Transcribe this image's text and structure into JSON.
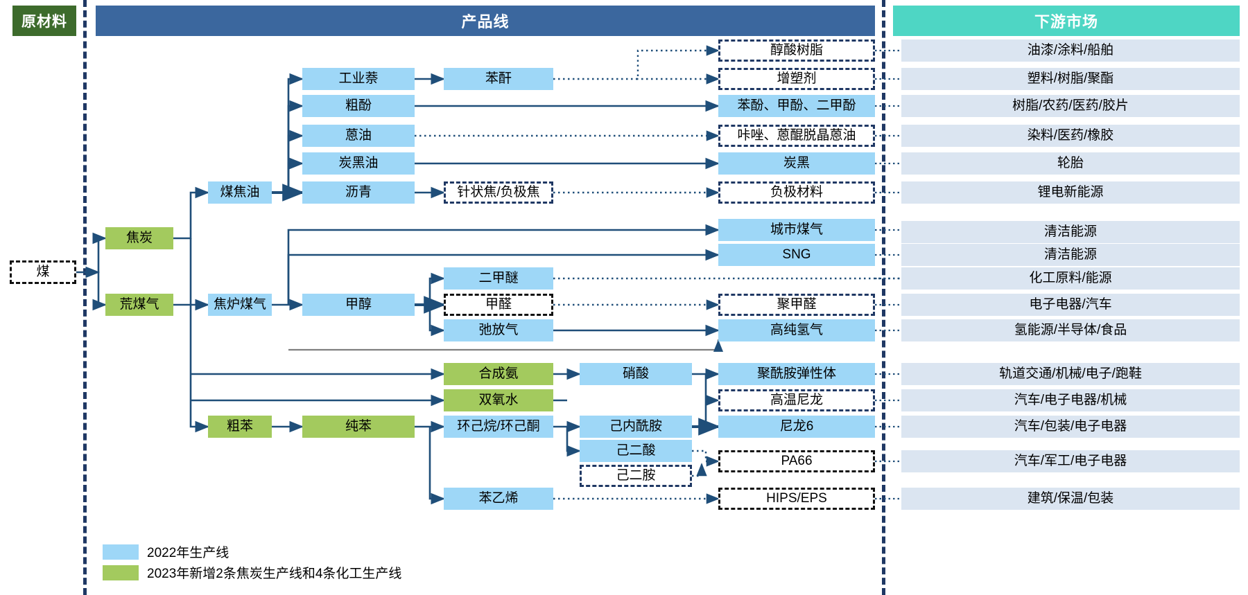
{
  "headers": {
    "raw_material": "原材料",
    "product_line": "产品线",
    "downstream_market": "下游市场"
  },
  "colors": {
    "raw_header": "#3d6b2c",
    "product_header": "#3b679e",
    "market_header": "#4ed6c4",
    "line_2022": "#9ed7f7",
    "line_2023": "#a3ca5e",
    "market_cell": "#dbe5f1",
    "arrow": "#1f4e79",
    "separator": "#1f3864"
  },
  "source": {
    "coal": "煤"
  },
  "stage1": {
    "coke": "焦炭",
    "raw_gas": "荒煤气"
  },
  "stage2": {
    "coal_tar": "煤焦油",
    "coke_oven_gas": "焦炉煤气",
    "crude_benzene": "粗苯"
  },
  "stage3": {
    "industrial_naphthalene": "工业萘",
    "crude_phenol": "粗酚",
    "anthracene_oil": "蒽油",
    "carbon_black_oil": "炭黑油",
    "pitch": "沥青",
    "methanol": "甲醇",
    "pure_benzene": "纯苯",
    "synthetic_ammonia": "合成氨",
    "hydrogen_peroxide": "双氧水",
    "cyclohexane_cyclohexanone": "环己烷/环己酮",
    "styrene": "苯乙烯"
  },
  "stage4": {
    "phthalic_anhydride": "苯酐",
    "needle_coke": "针状焦/负极焦",
    "dme": "二甲醚",
    "formaldehyde": "甲醛",
    "purge_gas": "弛放气",
    "nitric_acid": "硝酸",
    "caprolactam": "己内酰胺",
    "adipic_acid": "己二酸",
    "hexamethylenediamine": "己二胺"
  },
  "stage5": [
    {
      "label": "醇酸树脂",
      "style": "dash-navy"
    },
    {
      "label": "增塑剂",
      "style": "dash-navy"
    },
    {
      "label": "苯酚、甲酚、二甲酚",
      "style": "blue"
    },
    {
      "label": "咔唑、蒽醌脱晶蒽油",
      "style": "dash-navy"
    },
    {
      "label": "炭黑",
      "style": "blue"
    },
    {
      "label": "负极材料",
      "style": "dash-navy"
    },
    {
      "label": "城市煤气",
      "style": "blue"
    },
    {
      "label": "SNG",
      "style": "blue"
    },
    {
      "label": "聚甲醛",
      "style": "dash-navy"
    },
    {
      "label": "高纯氢气",
      "style": "blue"
    },
    {
      "label": "聚酰胺弹性体",
      "style": "blue"
    },
    {
      "label": "高温尼龙",
      "style": "dash-navy"
    },
    {
      "label": "尼龙6",
      "style": "blue"
    },
    {
      "label": "PA66",
      "style": "dash-black"
    },
    {
      "label": "HIPS/EPS",
      "style": "dash-black"
    }
  ],
  "markets": [
    "油漆/涂料/船舶",
    "塑料/树脂/聚酯",
    "树脂/农药/医药/胶片",
    "染料/医药/橡胶",
    "轮胎",
    "锂电新能源",
    "清洁能源",
    "清洁能源",
    "化工原料/能源",
    "电子电器/汽车",
    "氢能源/半导体/食品",
    "轨道交通/机械/电子/跑鞋",
    "汽车/电子电器/机械",
    "汽车/包装/电子电器",
    "汽车/军工/电子电器",
    "建筑/保温/包装"
  ],
  "legend": [
    {
      "color": "#9ed7f7",
      "label": "2022年生产线"
    },
    {
      "color": "#a3ca5e",
      "label": "2023年新增2条焦炭生产线和4条化工生产线"
    }
  ]
}
